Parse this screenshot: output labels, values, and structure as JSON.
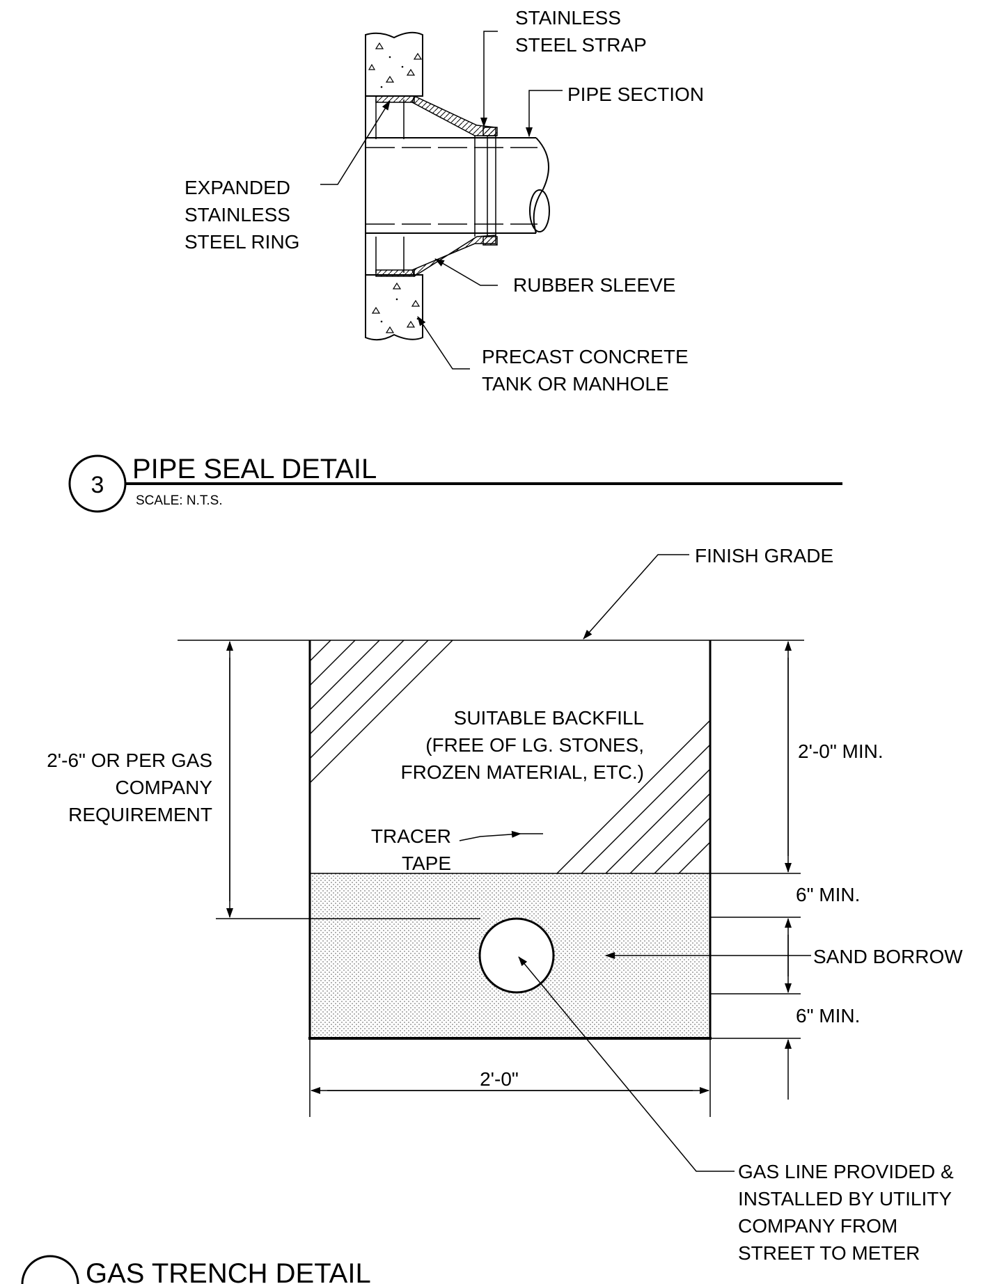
{
  "pipe_seal": {
    "labels": {
      "strap_1": "STAINLESS",
      "strap_2": "STEEL STRAP",
      "pipe_section": "PIPE SECTION",
      "ring_1": "EXPANDED",
      "ring_2": "STAINLESS",
      "ring_3": "STEEL RING",
      "rubber_sleeve": "RUBBER SLEEVE",
      "concrete_1": "PRECAST CONCRETE",
      "concrete_2": "TANK OR MANHOLE"
    },
    "title_number": "3",
    "title": "PIPE SEAL DETAIL",
    "scale": "SCALE: N.T.S."
  },
  "gas_trench": {
    "labels": {
      "finish_grade": "FINISH GRADE",
      "backfill_1": "SUITABLE BACKFILL",
      "backfill_2": "(FREE OF LG. STONES,",
      "backfill_3": "FROZEN MATERIAL, ETC.)",
      "depth_1": "2'-6\" OR PER GAS",
      "depth_2": "COMPANY",
      "depth_3": "REQUIREMENT",
      "min_depth": "2'-0\" MIN.",
      "tracer_1": "TRACER",
      "tracer_2": "TAPE",
      "six_min_top": "6\" MIN.",
      "sand_borrow": "SAND BORROW",
      "six_min_bottom": "6\" MIN.",
      "width": "2'-0\"",
      "gas_1": "GAS LINE PROVIDED &",
      "gas_2": "INSTALLED BY UTILITY",
      "gas_3": "COMPANY FROM",
      "gas_4": "STREET TO METER"
    },
    "title": "GAS TRENCH DETAIL"
  }
}
